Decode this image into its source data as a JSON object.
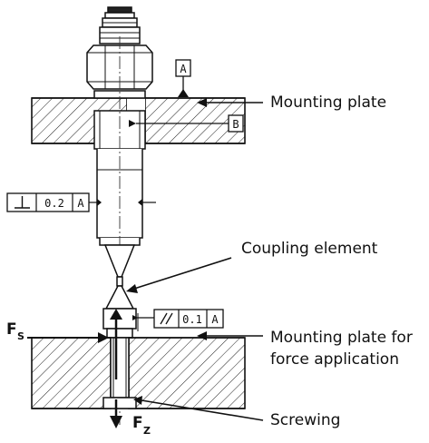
{
  "labels": {
    "mounting_plate": "Mounting plate",
    "coupling_element": "Coupling element",
    "mounting_plate_force_line1": "Mounting plate for",
    "mounting_plate_force_line2": "force application",
    "screwing": "Screwing"
  },
  "datums": {
    "a": "A",
    "b": "B"
  },
  "tolerance_perpendicularity": {
    "symbol": "⊥",
    "value": "0.2",
    "datum": "A"
  },
  "tolerance_parallelism": {
    "symbol": "//",
    "value": "0.1",
    "datum": "A"
  },
  "forces": {
    "shear_main": "F",
    "shear_sub": "S",
    "axial_main": "F",
    "axial_sub": "Z"
  }
}
